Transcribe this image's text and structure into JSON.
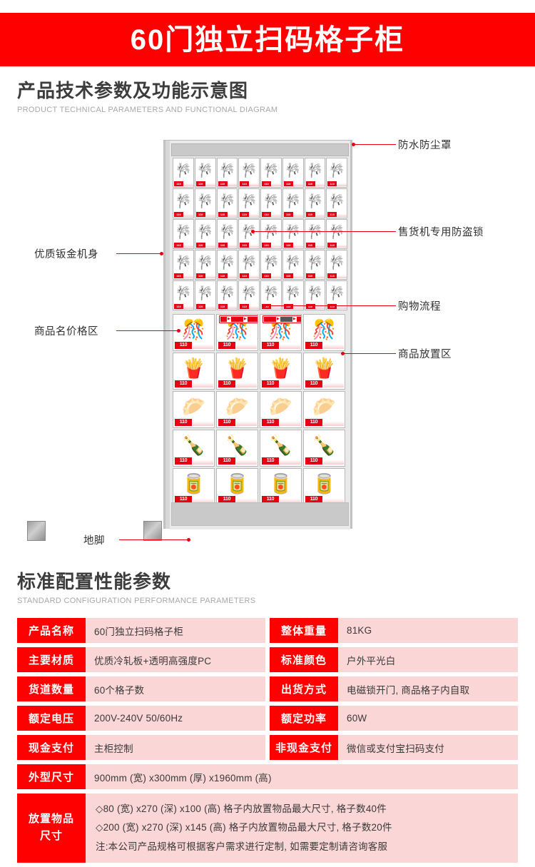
{
  "banner": {
    "title": "60门独立扫码格子柜",
    "bg": "#ff0000",
    "text_color": "#ffffff"
  },
  "sections": [
    {
      "cn": "产品技术参数及功能示意图",
      "en": "PRODUCT TECHNICAL PARAMETERS AND FUNCTIONAL DIAGRAM"
    },
    {
      "cn": "标准配置性能参数",
      "en": "STANDARD CONFIGURATION PERFORMANCE PARAMETERS"
    }
  ],
  "diagram": {
    "callouts": [
      {
        "id": "waterproof-cover",
        "label": "防水防尘罩",
        "side": "right"
      },
      {
        "id": "anti-theft-lock",
        "label": "售货机专用防盗锁",
        "side": "right"
      },
      {
        "id": "shopping-flow",
        "label": "购物流程",
        "side": "right"
      },
      {
        "id": "goods-area",
        "label": "商品放置区",
        "side": "right"
      },
      {
        "id": "sheet-metal-body",
        "label": "优质钣金机身",
        "side": "left"
      },
      {
        "id": "name-price-area",
        "label": "商品名价格区",
        "side": "left"
      },
      {
        "id": "foot",
        "label": "地脚",
        "side": "left"
      }
    ],
    "small_rows": 5,
    "small_cols": 8,
    "large_rows": 5,
    "large_cols": 4,
    "price_label": "110",
    "small_price_label": "110",
    "products": [
      {
        "row": 1,
        "icon": "🎊",
        "kind": "snack-assortment"
      },
      {
        "row": 2,
        "icon": "🍟",
        "kind": "chips-gold"
      },
      {
        "row": 3,
        "icon": "🥟",
        "kind": "chips-blue"
      },
      {
        "row": 4,
        "icon": "🍾",
        "kind": "gold-bottles"
      },
      {
        "row": 5,
        "icon": "🥫",
        "kind": "green-cans"
      }
    ],
    "small_cell_icon": "🎋"
  },
  "spec_table": {
    "rows": [
      {
        "type": "pair",
        "left": {
          "key": "产品名称",
          "value": "60门独立扫码格子柜"
        },
        "right": {
          "key": "整体重量",
          "value": "81KG"
        }
      },
      {
        "type": "pair",
        "left": {
          "key": "主要材质",
          "value": "优质冷轧板+透明高强度PC"
        },
        "right": {
          "key": "标准颜色",
          "value": "户外平光白"
        }
      },
      {
        "type": "pair",
        "left": {
          "key": "货道数量",
          "value": "60个格子数"
        },
        "right": {
          "key": "出货方式",
          "value": "电磁锁开门, 商品格子内自取"
        }
      },
      {
        "type": "pair",
        "left": {
          "key": "额定电压",
          "value": "200V-240V 50/60Hz"
        },
        "right": {
          "key": "额定功率",
          "value": "60W"
        }
      },
      {
        "type": "pair",
        "left": {
          "key": "现金支付",
          "value": "主柜控制"
        },
        "right": {
          "key": "非现金支付",
          "value": "微信或支付宝扫码支付"
        }
      },
      {
        "type": "full",
        "key": "外型尺寸",
        "value": "900mm (宽) x300mm (厚) x1960mm (高)"
      }
    ],
    "big_row": {
      "key_line1": "放置物品",
      "key_line2": "尺寸",
      "lines": [
        "◇80 (宽) x270 (深) x100 (高) 格子内放置物品最大尺寸, 格子数40件",
        "◇200 (宽) x270 (深) x145 (高) 格子内放置物品最大尺寸, 格子数20件",
        "注:本公司产品规格可根据客户需求进行定制, 如需要定制请咨询客服"
      ]
    },
    "colors": {
      "key_bg": "#ff0000",
      "value_bg": "#fbd6d6",
      "key_text": "#ffffff"
    }
  }
}
